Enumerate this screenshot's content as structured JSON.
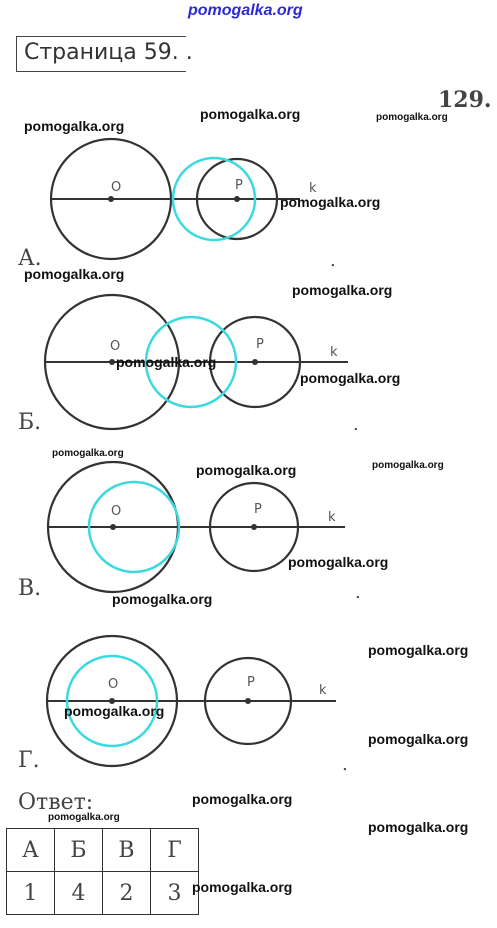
{
  "watermark": "pomogalka.org",
  "page_title": "Страница 59. .",
  "task_number": "129.",
  "labels": {
    "o": "O",
    "p": "P",
    "k": "k"
  },
  "figures": [
    {
      "letter": "А.",
      "trail": "."
    },
    {
      "letter": "Б.",
      "trail": "."
    },
    {
      "letter": "В.",
      "trail": "."
    },
    {
      "letter": "Г.",
      "trail": "."
    }
  ],
  "answer_label": "Ответ:",
  "answer_table": {
    "headers": [
      "А",
      "Б",
      "В",
      "Г"
    ],
    "values": [
      "1",
      "4",
      "2",
      "3"
    ]
  },
  "colors": {
    "circle": "#333333",
    "highlight": "#3cd9e0",
    "watermark_top": "#2b2bd6"
  }
}
